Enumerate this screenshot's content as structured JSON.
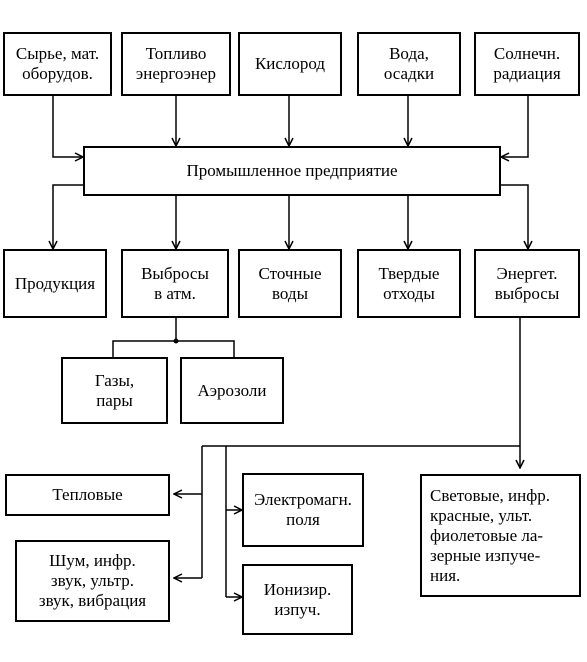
{
  "colors": {
    "line": "#000000",
    "box_fill": "#ffffff",
    "text": "#000000"
  },
  "inputs": {
    "raw": "Сырье, мат.\nоборудов.",
    "fuel": "Топливо\nэнергоэнер",
    "oxygen": "Кислород",
    "water": "Вода,\nосадки",
    "solar": "Солнечн.\nрадиация"
  },
  "enterprise": "Промышленное предприятие",
  "outputs": {
    "products": "Продукция",
    "air_emissions": "Выбросы\nв атм.",
    "wastewater": "Сточные\nводы",
    "solid_waste": "Твердые\nотходы",
    "energy_emissions": "Энергет.\nвыбросы"
  },
  "emission_types": {
    "gases": "Газы,\nпары",
    "aerosols": "Аэрозоли"
  },
  "energy_types": {
    "thermal": "Тепловые",
    "noise": "Шум, инфр.\nзвук, ультр.\nзвук, вибрация",
    "electromagnetic": "Электромагн.\nполя",
    "ionizing": "Ионизир.\nизпуч.",
    "light": "Световые, инфр.\nкрасные, ульт.\nфиолетовые ла-\nзерные изпуче-\nния."
  }
}
